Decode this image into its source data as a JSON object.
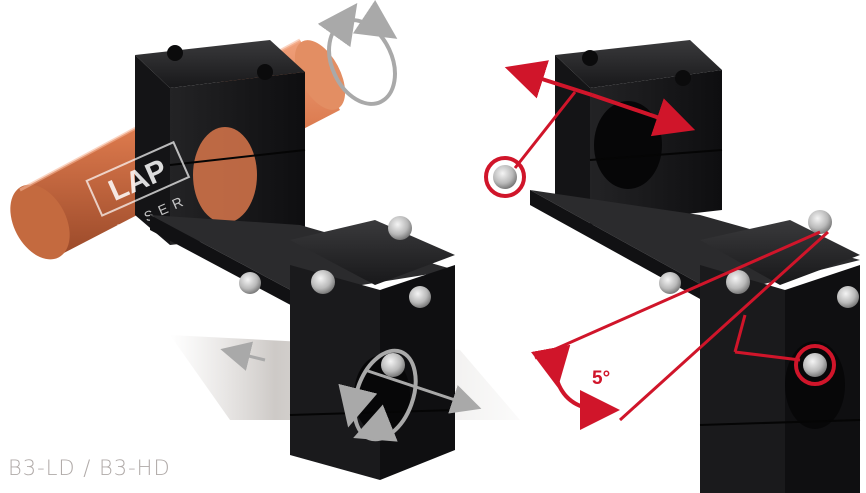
{
  "product": {
    "caption": "B3-LD / B3-HD",
    "logo_text": "LAP",
    "logo_subtext": "LASER"
  },
  "annotations": {
    "angle_label": "5°"
  },
  "colors": {
    "accent_red": "#d0152a",
    "laser_body": "#d9774b",
    "mount_black": "#1c1c1e",
    "arrow_gray": "#a9a9a9",
    "caption": "#b0aaa8"
  },
  "icons": [
    "rotate-arrow-icon",
    "double-arrow-icon",
    "adjust-screw-highlight-icon"
  ]
}
